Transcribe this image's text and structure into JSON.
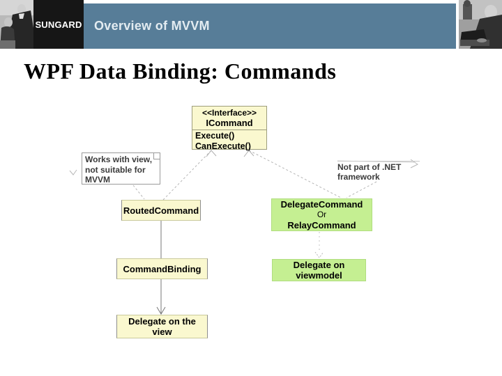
{
  "header": {
    "logo": "SUNGARD",
    "title": "Overview of MVVM"
  },
  "slide_title": "WPF Data Binding: Commands",
  "colors": {
    "header_bar": "#577d98",
    "logo_background": "#161616",
    "box_yellow": "#faf8cf",
    "box_green": "#c5ef92",
    "dashed_connector": "#b5b5b5",
    "solid_connector": "#777777"
  },
  "diagram": {
    "icommand": {
      "stereotype": "<<Interface>>",
      "name": "ICommand",
      "methods": [
        "Execute()",
        "CanExecute()"
      ]
    },
    "works_note": {
      "lines": [
        "Works with view,",
        "not suitable for",
        "MVVM"
      ]
    },
    "net_note": {
      "lines": [
        "Not part of .NET",
        "framework"
      ]
    },
    "routed_command": {
      "label": "RoutedCommand"
    },
    "delegate_command": {
      "lines": [
        "DelegateCommand",
        "Or",
        "RelayCommand"
      ]
    },
    "command_binding": {
      "label": "CommandBinding"
    },
    "delegate_viewmodel": {
      "lines": [
        "Delegate on",
        "viewmodel"
      ]
    },
    "delegate_view": {
      "lines": [
        "Delegate on the",
        "view"
      ]
    }
  }
}
